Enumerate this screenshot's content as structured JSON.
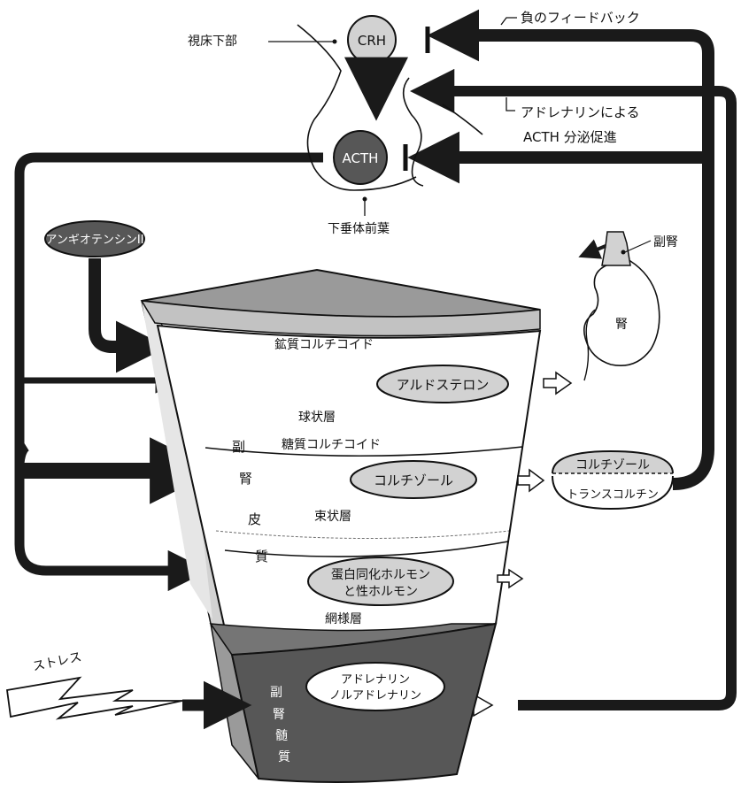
{
  "labels": {
    "crh": "CRH",
    "acth": "ACTH",
    "hypothalamus": "視床下部",
    "anterior_pituitary": "下垂体前葉",
    "negative_feedback": "負のフィードバック",
    "adrenaline_acth_1": "アドレナリンによる",
    "adrenaline_acth_2": "ACTH 分泌促進",
    "angiotensin": "アンギオテンシンII",
    "adrenal_gland": "副腎",
    "kidney": "腎",
    "mineralocorticoid": "鉱質コルチコイド",
    "aldosterone": "アルドステロン",
    "zona_glomerulosa": "球状層",
    "glucocorticoid": "糖質コルチコイド",
    "cortisol": "コルチゾール",
    "zona_fasciculata": "束状層",
    "anabolic_1": "蛋白同化ホルモン",
    "anabolic_2": "と性ホルモン",
    "zona_reticularis": "網様層",
    "cortisol_bound": "コルチゾール",
    "transcortin": "トランスコルチン",
    "cortex_1": "副",
    "cortex_2": "腎",
    "cortex_3": "皮",
    "cortex_4": "質",
    "stress": "ストレス",
    "catecholamine_1": "アドレナリン",
    "catecholamine_2": "ノルアドレナリン",
    "medulla_1": "副",
    "medulla_2": "腎",
    "medulla_3": "髄",
    "medulla_4": "質"
  },
  "colors": {
    "arrow": "#1a1a1a",
    "light_gray": "#d2d2d2",
    "mid_gray": "#9a9a9a",
    "dark_gray": "#575757",
    "outline": "#111111"
  }
}
